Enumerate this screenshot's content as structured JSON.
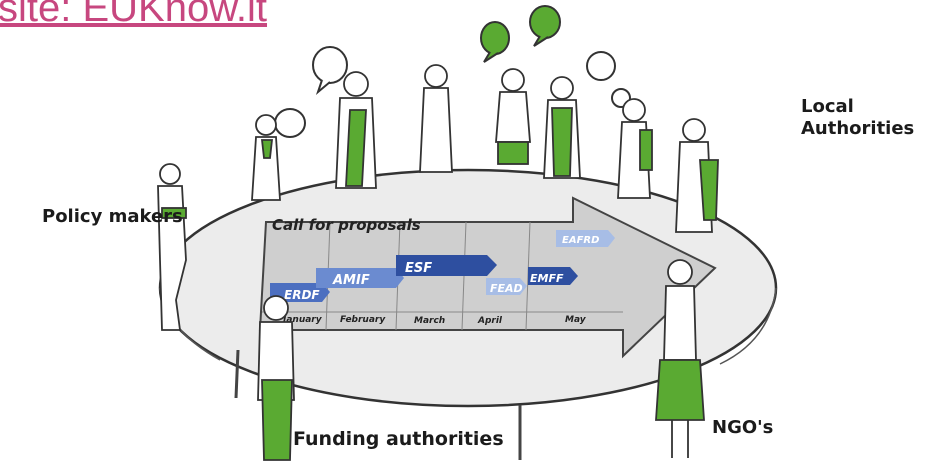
{
  "source": {
    "text": "site: EUKnow.it"
  },
  "stakeholders": {
    "local_authorities": "Local Authorities",
    "policy_makers": "Policy makers",
    "funding_authorities": "Funding authorities",
    "ngos": "NGO's"
  },
  "timeline": {
    "title": "Call for proposals",
    "months": [
      "January",
      "February",
      "March",
      "April",
      "May"
    ],
    "funds": {
      "erdf": "ERDF",
      "amif": "AMIF",
      "esf": "ESF",
      "fead": "FEAD",
      "emff": "EMFF",
      "eafrd": "EAFRD"
    }
  },
  "colors": {
    "link": "#c7477f",
    "accent_green": "#5aaa32",
    "fund_dark_blue": "#2e4fa0",
    "fund_mid_blue": "#4c6fc0",
    "fund_light_blue": "#a7bde6",
    "table_fill": "#eeeeee",
    "arrow_fill": "#bdbdbd"
  },
  "icons": [
    "speech-bubble-icon",
    "person-figure"
  ]
}
